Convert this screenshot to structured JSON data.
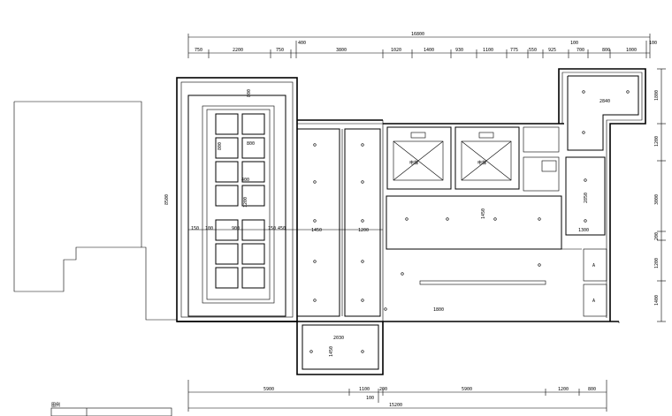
{
  "plan": {
    "top_dimensions": {
      "overall": "16800",
      "offset_left": "400",
      "offset_right": "100",
      "right_end": "100",
      "segments": [
        "750",
        "2200",
        "750",
        "3800",
        "1020",
        "1400",
        "930",
        "1100",
        "775",
        "550",
        "925",
        "700",
        "800",
        "1000"
      ]
    },
    "bottom_dimensions": {
      "overall": "15200",
      "offset": "100",
      "segments": [
        "5900",
        "1100",
        "200",
        "5900",
        "1200",
        "800"
      ]
    },
    "left_dimension": "8500",
    "right_dimensions": [
      "1800",
      "1200",
      "3000",
      "200",
      "1200",
      "1400"
    ],
    "interior_labels": {
      "ceiling_a": "800",
      "ceiling_b": "800",
      "ceiling_c": "800",
      "ceiling_d": "1200",
      "ceiling_e": "400",
      "row_a": [
        "150",
        "900",
        "150"
      ],
      "row_b": [
        "100",
        "450"
      ],
      "row_c": [
        "1450",
        "1200"
      ],
      "bay": "1450",
      "corridor_a": "2030",
      "corridor_b": "1450",
      "stair": "1800",
      "top_right": "2840",
      "right_bay": "2850",
      "right_small": "1300",
      "lift_a": "电梯",
      "lift_b": "电梯",
      "room_a": "A",
      "room_b": "A",
      "legend_title": "图例"
    }
  }
}
